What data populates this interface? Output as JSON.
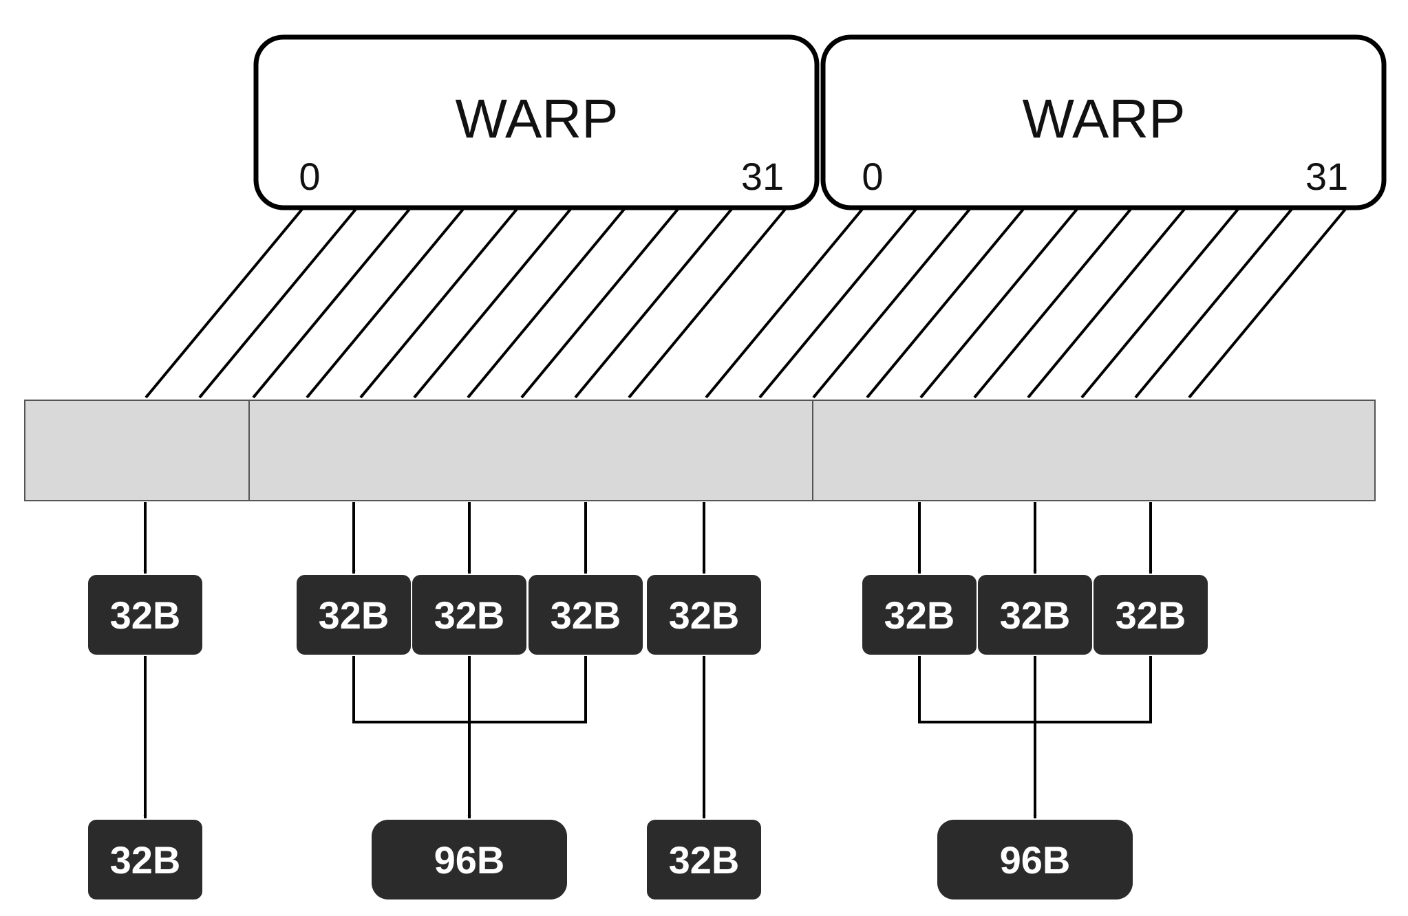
{
  "warps": [
    {
      "title": "WARP",
      "first_lane": "0",
      "last_lane": "31"
    },
    {
      "title": "WARP",
      "first_lane": "0",
      "last_lane": "31"
    }
  ],
  "memory_row": {
    "color": "#d9d9d9",
    "border": "#555555",
    "cells": 3
  },
  "transactions": [
    {
      "label": "32B"
    },
    {
      "label": "32B"
    },
    {
      "label": "32B"
    },
    {
      "label": "32B"
    },
    {
      "label": "32B"
    },
    {
      "label": "32B"
    },
    {
      "label": "32B"
    },
    {
      "label": "32B"
    }
  ],
  "results": [
    {
      "label": "32B"
    },
    {
      "label": "96B"
    },
    {
      "label": "32B"
    },
    {
      "label": "96B"
    }
  ],
  "colors": {
    "box_fill": "#2b2b2b",
    "box_text": "#ffffff",
    "line": "#000000"
  }
}
